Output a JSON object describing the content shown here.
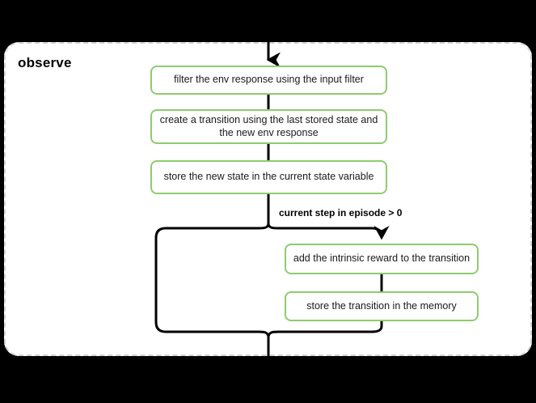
{
  "diagram": {
    "title": "observe",
    "group_label": "observe",
    "accent_color": "#8dcc6e",
    "edge_color": "#000000",
    "group_border_color": "#d4d4d4",
    "background_color": "#ffffff",
    "canvas_background": "#000000",
    "nodes": [
      {
        "id": "filter",
        "label": "filter the env response using the input filter"
      },
      {
        "id": "create",
        "label": "create a transition using the last stored state and the new env response"
      },
      {
        "id": "store_state",
        "label": "store the new state in the current state variable"
      },
      {
        "id": "intrinsic",
        "label": "add the intrinsic reward to the transition"
      },
      {
        "id": "store_tr",
        "label": "store the transition in the memory"
      }
    ],
    "edge_labels": [
      {
        "id": "condition",
        "label": "current step in episode > 0"
      }
    ],
    "icons": {
      "arrow_in": "arrow-down-icon",
      "arrow_branch": "arrow-down-icon"
    }
  }
}
